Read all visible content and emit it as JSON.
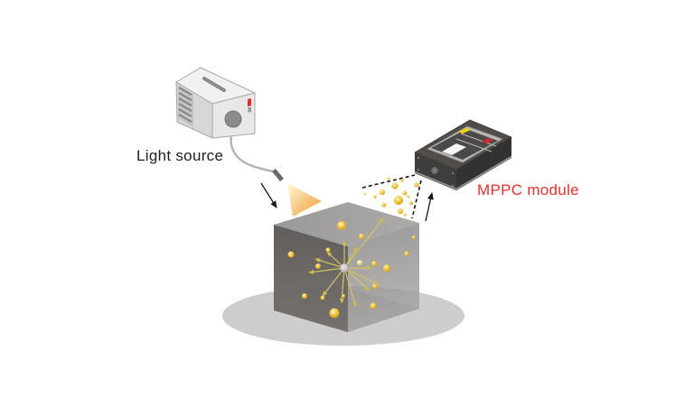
{
  "labels": {
    "light_source": "Light source",
    "mppc_module": "MPPC module"
  },
  "label_colors": {
    "light_source": "#1f1f1f",
    "mppc_module": "#e62e2e"
  },
  "components": [
    {
      "name": "light-source-device",
      "description": "light gray instrument box with top slot, side vent grille, red LED and round fiber port"
    },
    {
      "name": "optical-fiber-cable",
      "description": "gray fiber cable from light source port to fiber tip"
    },
    {
      "name": "fiber-tip",
      "description": "dark ferrule at end of fiber"
    },
    {
      "name": "light-beam",
      "description": "yellow-orange cone of light entering the cube"
    },
    {
      "name": "incident-arrow",
      "description": "black arrow pointing toward the beam entry"
    },
    {
      "name": "scattering-cube",
      "description": "semi-transparent gray cube sample"
    },
    {
      "name": "scatter-center",
      "description": "gray particle with radiating yellow scatter rays"
    },
    {
      "name": "particle",
      "description": "gold particles suspended inside the cube"
    },
    {
      "name": "scattered-photon",
      "description": "gold dots leaving the cube toward the detector"
    },
    {
      "name": "detection-cone",
      "description": "black dashed acceptance cone of the detector"
    },
    {
      "name": "exit-arrow",
      "description": "black arrow pointing up to the MPPC module"
    },
    {
      "name": "mppc-module-device",
      "description": "dark detector module with gray control panel, white window, yellow and red stickers, front aperture"
    },
    {
      "name": "floor-shadow",
      "description": "light gray ellipse shadow under the cube"
    }
  ],
  "colors": {
    "background": "#ffffff",
    "beam_light": "#fdf4cd",
    "beam_deep": "#f1ae54",
    "gold_center": "#fdf6d8",
    "gold_mid": "#f1c93e",
    "gold_edge": "#c8920e",
    "ray": "#d4c45f",
    "cube_top": "#9e9c9a",
    "cube_left": "#605d5b",
    "cube_right": "#949290",
    "shadow": "#cfcdcc",
    "module_body": "#403e3c",
    "module_panel": "#b9b7b4",
    "sticker_yellow": "#eed200",
    "sticker_red": "#d42a28",
    "led_red": "#e23028"
  }
}
